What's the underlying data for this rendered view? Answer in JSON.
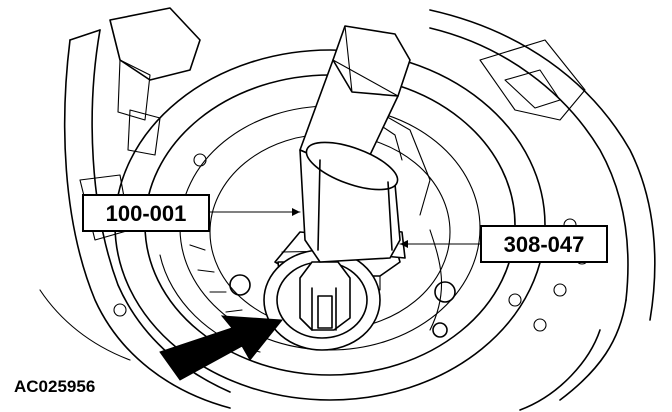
{
  "callouts": {
    "left_tool": "100-001",
    "right_tool": "308-047"
  },
  "figure_id": "AC025956",
  "colors": {
    "ink": "#000000",
    "paper": "#ffffff"
  }
}
